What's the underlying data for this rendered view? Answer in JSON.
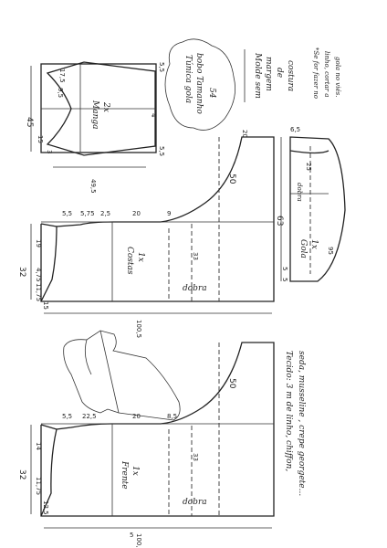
{
  "sleeve": {
    "name": "Manga",
    "qty": "2x",
    "dims": {
      "left_height": "45",
      "bottom_width": "49,5",
      "left_lower": "15",
      "left_small": "3",
      "top_right_a": "9,5",
      "top_right_b": "17,5",
      "right_top": "5,5",
      "right_side": "4",
      "right_bottom": "5,5"
    }
  },
  "title": {
    "line1": "Túnica gola",
    "line2": "bobo Tamanho",
    "size": "54"
  },
  "note1": {
    "line1": "Molde sem",
    "line2": "margem",
    "line3": "de",
    "line4": "costura"
  },
  "note2": {
    "line1": "*Se for fazer no",
    "line2": "linho, cortar a",
    "line3": "gola no viés."
  },
  "back": {
    "name": "Costas",
    "qty": "1x",
    "fold": "dobra",
    "dims": {
      "width": "32",
      "left_a": "19",
      "left_b": "4,75",
      "left_c": "11,75",
      "neck": "5,5",
      "shoulder": "5,75",
      "shoulder_b": "2,5",
      "armhole": "20",
      "armhole_b": "9",
      "height": "100,5",
      "hem_side": "33",
      "side": "50",
      "top": "20",
      "bottom_left": "15"
    }
  },
  "collar": {
    "name": "Gola",
    "qty": "1x",
    "fold": "dobra",
    "dims": {
      "top": "6,5",
      "height": "63",
      "side": "25",
      "bottom_a": "5",
      "bottom_b": "5",
      "curve": "95"
    }
  },
  "front": {
    "name": "Frente",
    "qty": "1x",
    "fold": "dobra",
    "dims": {
      "width": "32",
      "left_a": "14",
      "left_b": "11,75",
      "left_c": "12,5",
      "neck": "5,5",
      "shoulder": "22,5",
      "armhole": "20",
      "armhole_b": "8,5",
      "height": "100,5",
      "hem_side": "33",
      "side": "50",
      "bottom": "5"
    }
  },
  "fabric": {
    "line1": "Tecido: 3 m de linho, chiffon,",
    "line2": "seda, musseline , crepe georgete..."
  }
}
